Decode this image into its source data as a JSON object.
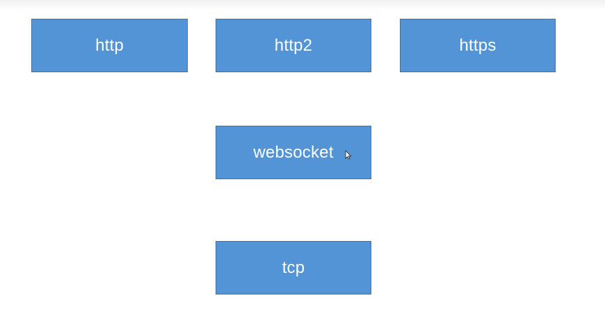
{
  "diagram": {
    "nodes": [
      {
        "id": "http",
        "label": "http"
      },
      {
        "id": "http2",
        "label": "http2"
      },
      {
        "id": "https",
        "label": "https"
      },
      {
        "id": "websocket",
        "label": "websocket"
      },
      {
        "id": "tcp",
        "label": "tcp"
      }
    ]
  },
  "colors": {
    "box_fill": "#5294d6",
    "box_border": "#3f73a8",
    "box_text": "#ffffff",
    "background": "#ffffff"
  }
}
